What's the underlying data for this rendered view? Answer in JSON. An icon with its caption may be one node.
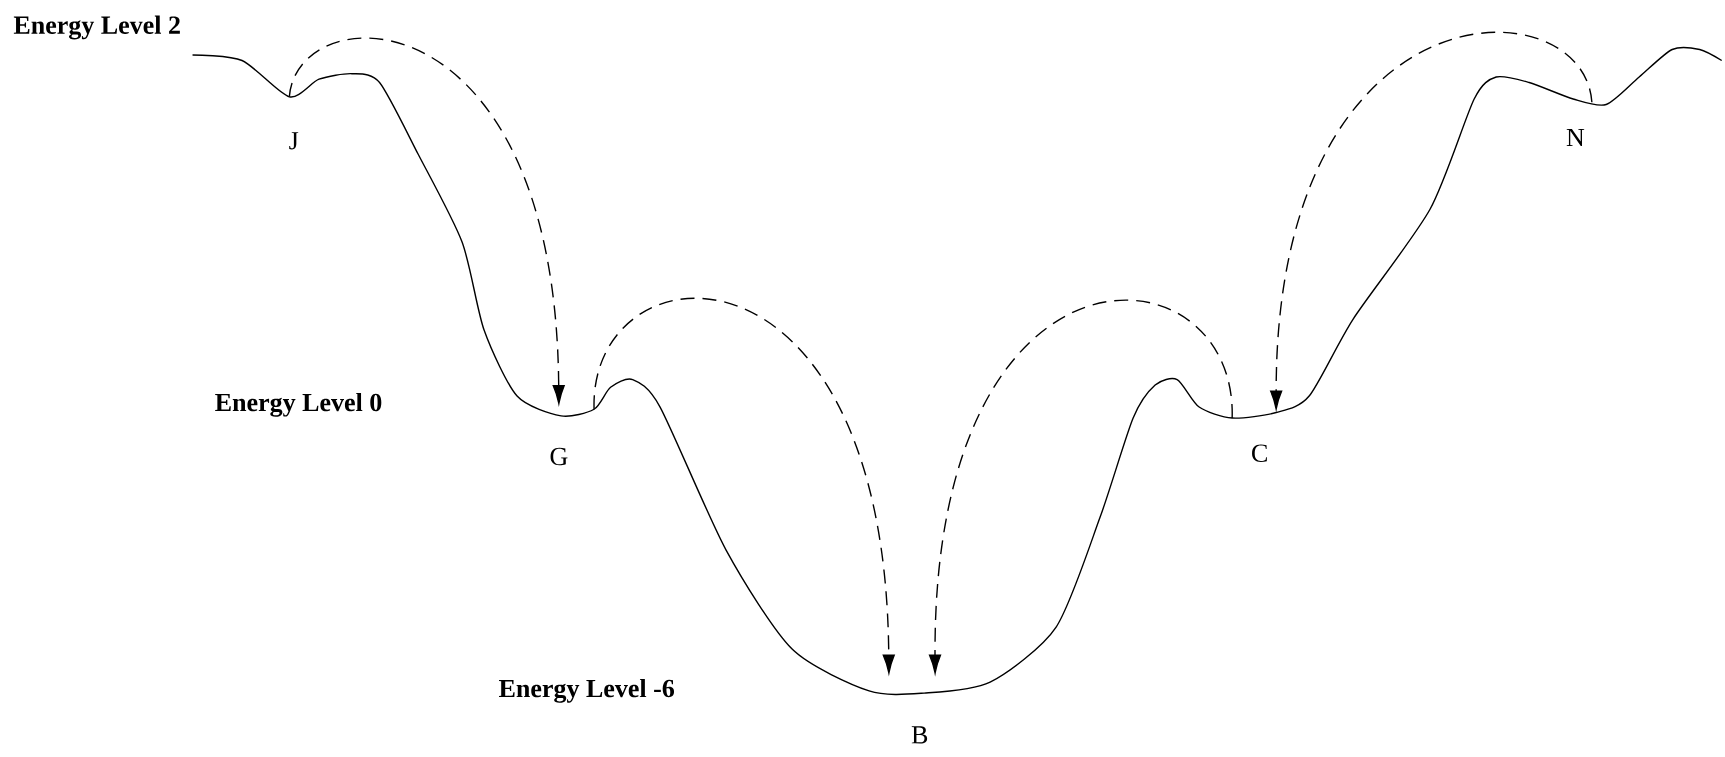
{
  "diagram": {
    "nodes": [
      {
        "text": [
          "J"
        ]
      },
      {
        "text": [
          "G"
        ]
      },
      {
        "text": [
          "B"
        ]
      },
      {
        "text": [
          "C"
        ]
      },
      {
        "text": [
          "N"
        ]
      }
    ],
    "edges": [
      {
        "from": 0,
        "to": 1,
        "arrow": "to",
        "style": "dashed"
      },
      {
        "from": 1,
        "to": 2,
        "arrow": "to",
        "style": "dashed"
      },
      {
        "from": 3,
        "to": 2,
        "arrow": "to",
        "style": "dashed"
      },
      {
        "from": 4,
        "to": 3,
        "arrow": "to",
        "style": "dashed"
      }
    ],
    "labels": [
      "Energy Level 2",
      "Energy Level 0",
      "Energy Level -6"
    ]
  }
}
